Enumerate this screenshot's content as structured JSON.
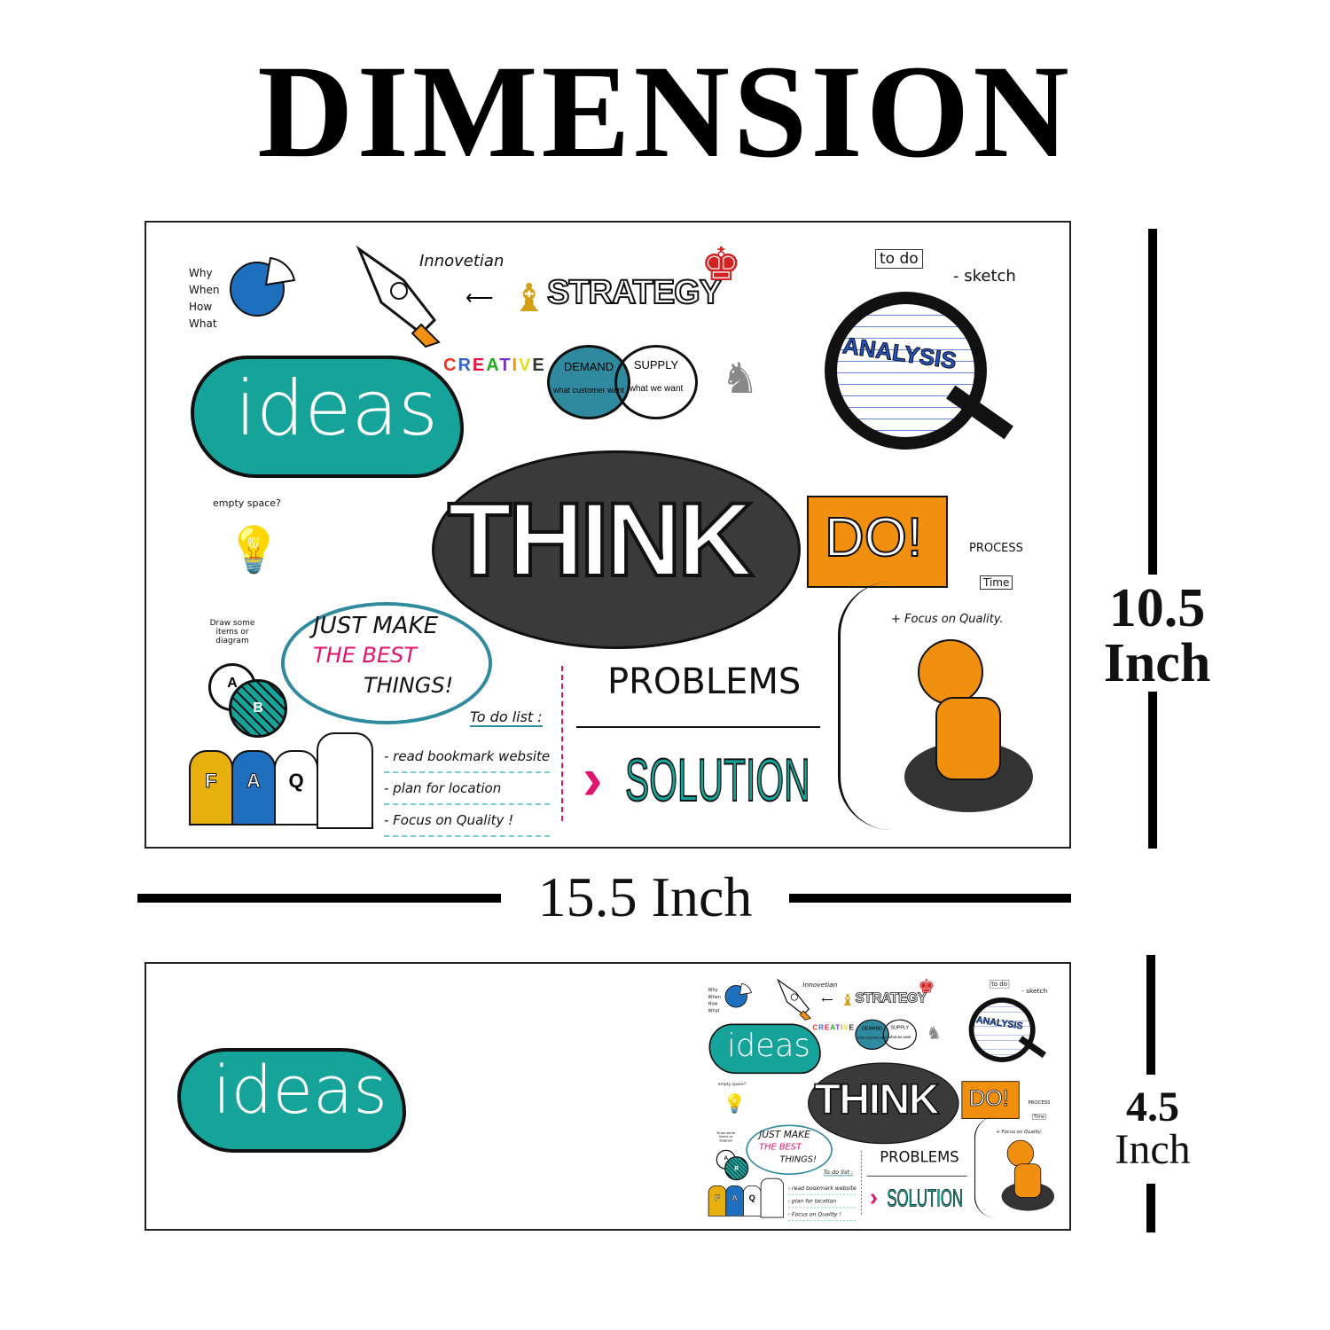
{
  "title": "DIMENSION",
  "dimensions": {
    "height": "10.5",
    "height_unit": "Inch",
    "width": "15.5 Inch",
    "strip_height": "4.5",
    "strip_unit": "Inch"
  },
  "poster": {
    "questions": [
      "Why",
      "When",
      "How",
      "What"
    ],
    "innovation": "Innovetian",
    "strategy": "STRATEGY",
    "creative": [
      "C",
      "R",
      "E",
      "A",
      "T",
      "I",
      "V",
      "E"
    ],
    "demand": "DEMAND",
    "demand_sub": "what customer want",
    "supply": "SUPPLY",
    "supply_sub": "what we want",
    "todo": "to do",
    "sketch": "- sketch",
    "analysis": "ANALYSIS",
    "ideas": "ideas",
    "empty_space": "empty space?",
    "think": "THINK",
    "do": "DO!",
    "process": "PROCESS",
    "time": "Time",
    "focus_quality": "+ Focus on Quality.",
    "draw_items": "Draw some items or diagram",
    "venn_a": "A",
    "venn_b": "B",
    "just_make": "JUST MAKE",
    "the_best": "THE BEST",
    "things": "THINGS!",
    "todo_list": "To do list :",
    "todo_items": [
      "- read bookmark website",
      "- plan for location",
      "- Focus on Quality !"
    ],
    "faq": [
      "F",
      "A",
      "Q"
    ],
    "problems": "PROBLEMS",
    "solution": "SOLUTION"
  },
  "strip": {
    "ideas": "ideas"
  },
  "colors": {
    "teal": "#16a39a",
    "blue": "#1f6fbf",
    "orange": "#f0900e",
    "dark": "#3a3a3a",
    "pink": "#e0146e"
  }
}
